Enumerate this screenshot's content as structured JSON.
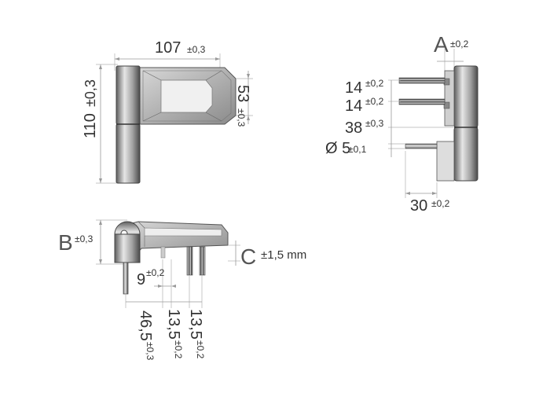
{
  "colors": {
    "metal_dark": "#6e6e6e",
    "metal_mid": "#b8b8b8",
    "metal_light": "#e8e8e8",
    "dim_line": "#9a9a9a"
  },
  "front_view": {
    "width": {
      "value": "107",
      "tol": "±0,3"
    },
    "height": {
      "value": "110",
      "tol": "±0,3"
    },
    "plate_height": {
      "value": "53",
      "tol": "±0,3"
    }
  },
  "side_view": {
    "gap": {
      "letter": "A",
      "tol": "±0,2"
    },
    "pin_spacing_1": {
      "value": "14",
      "tol": "±0,2"
    },
    "pin_spacing_2": {
      "value": "14",
      "tol": "±0,2"
    },
    "offset": {
      "value": "38",
      "tol": "±0,3"
    },
    "pin_diameter": {
      "value": "Ø 5",
      "tol": "±0,1"
    },
    "depth": {
      "value": "30",
      "tol": "±0,2"
    }
  },
  "top_view": {
    "knuckle": {
      "letter": "B",
      "tol": "±0,3"
    },
    "adjust": {
      "letter": "C",
      "tol": "±1,5 mm"
    },
    "small_offset": {
      "value": "9",
      "tol": "±0,2"
    },
    "total_offset": {
      "value": "46,5",
      "tol": "±0,3"
    },
    "screw_1": {
      "value": "13,5",
      "tol": "±0,2"
    },
    "screw_2": {
      "value": "13,5",
      "tol": "±0,2"
    }
  }
}
